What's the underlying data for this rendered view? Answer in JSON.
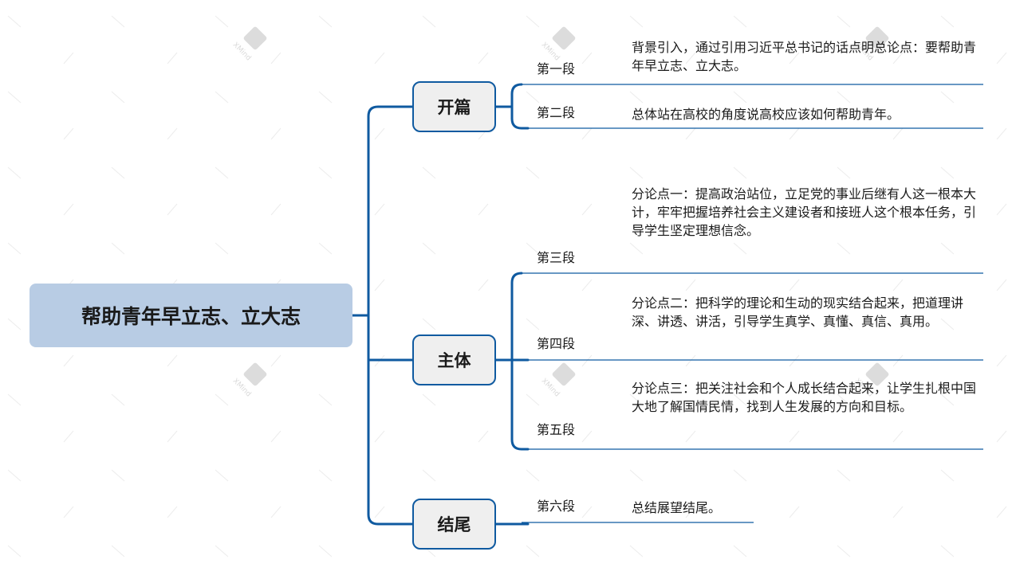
{
  "root": {
    "label": "帮助青年早立志、立大志"
  },
  "branches": [
    {
      "label": "开篇",
      "items": [
        {
          "segment": "第一段",
          "text": "背景引入，通过引用习近平总书记的话点明总论点：要帮助青年早立志、立大志。"
        },
        {
          "segment": "第二段",
          "text": "总体站在高校的角度说高校应该如何帮助青年。"
        }
      ]
    },
    {
      "label": "主体",
      "items": [
        {
          "segment": "第三段",
          "text": "分论点一：提高政治站位，立足党的事业后继有人这一根本大计，牢牢把握培养社会主义建设者和接班人这个根本任务，引导学生坚定理想信念。"
        },
        {
          "segment": "第四段",
          "text": "分论点二：把科学的理论和生动的现实结合起来，把道理讲深、讲透、讲活，引导学生真学、真懂、真信、真用。"
        },
        {
          "segment": "第五段",
          "text": "分论点三：把关注社会和个人成长结合起来，让学生扎根中国大地了解国情民情，找到人生发展的方向和目标。"
        }
      ]
    },
    {
      "label": "结尾",
      "items": [
        {
          "segment": "第六段",
          "text": "总结展望结尾。"
        }
      ]
    }
  ],
  "watermark": {
    "text": "XMind"
  },
  "colors": {
    "connector": "#0f5aa0",
    "root_fill": "#b8cce4",
    "branch_fill": "#efefef",
    "watermark": "#d9d9d9"
  }
}
